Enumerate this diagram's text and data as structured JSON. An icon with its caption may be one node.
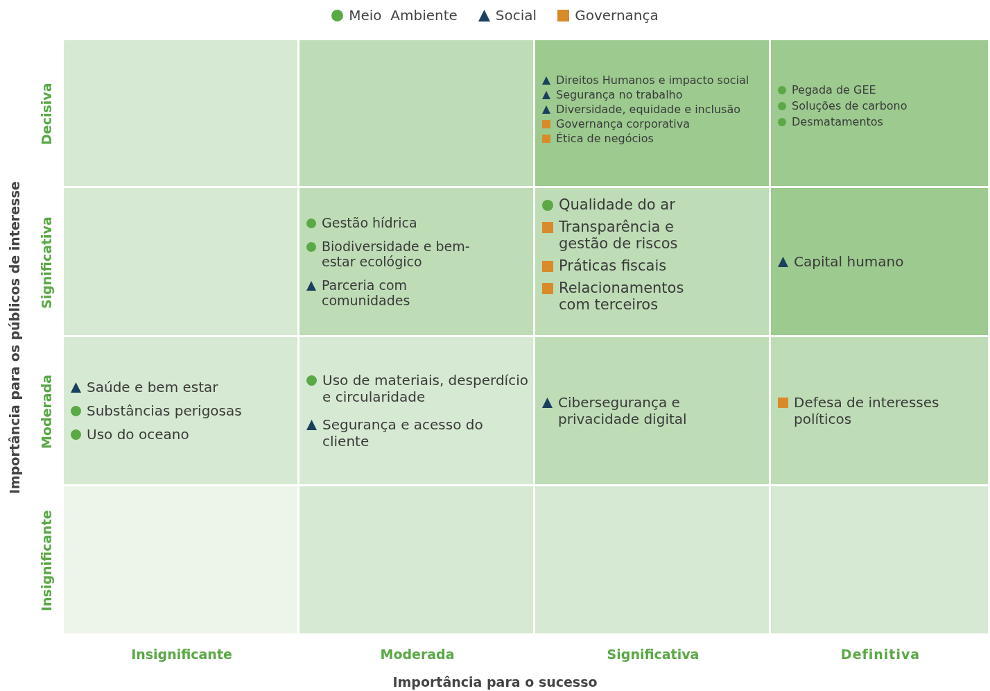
{
  "diagram": {
    "nodes": [
      {
        "text": [],
        "shape": "box"
      },
      {
        "text": [],
        "shape": "box"
      },
      {
        "text": [],
        "shape": "box"
      },
      {
        "text": [],
        "shape": "box"
      },
      {
        "text": [],
        "shape": "box"
      },
      {
        "text": [],
        "shape": "box"
      },
      {
        "text": [],
        "shape": "box"
      },
      {
        "text": [],
        "shape": "box"
      },
      {
        "text": [],
        "shape": "box"
      },
      {
        "text": [],
        "shape": "box"
      },
      {
        "text": [],
        "shape": "box"
      },
      {
        "text": [],
        "shape": "box"
      },
      {
        "text": [],
        "shape": "box"
      },
      {
        "text": [],
        "shape": "box"
      },
      {
        "text": [],
        "shape": "box"
      },
      {
        "text": [],
        "shape": "box"
      },
      {
        "text": [
          "Direitos Humanos e impacto social"
        ],
        "in": 2
      },
      {
        "text": [
          "Segurança no trabalho"
        ],
        "in": 2
      },
      {
        "text": [
          "Diversidade, equidade e inclusão"
        ],
        "in": 2
      },
      {
        "text": [
          "Governança corporativa"
        ],
        "in": 2
      },
      {
        "text": [
          "Ética de negócios"
        ],
        "in": 2
      },
      {
        "text": [
          "Pegada de GEE"
        ],
        "in": 3
      },
      {
        "text": [
          "Soluções de carbono"
        ],
        "in": 3
      },
      {
        "text": [
          "Desmatamentos"
        ],
        "in": 3
      },
      {
        "text": [
          "Gestão hídrica"
        ],
        "in": 5
      },
      {
        "text": [
          "Biodiversidade e bem-estar ecológico"
        ],
        "in": 5
      },
      {
        "text": [
          "Parceria com comunidades"
        ],
        "in": 5
      },
      {
        "text": [
          "Qualidade do ar"
        ],
        "in": 6
      },
      {
        "text": [
          "Transparência e gestão de riscos"
        ],
        "in": 6
      },
      {
        "text": [
          "Práticas fiscais"
        ],
        "in": 6
      },
      {
        "text": [
          "Relacionamentos com terceiros"
        ],
        "in": 6
      },
      {
        "text": [
          "Capital humano"
        ],
        "in": 7
      },
      {
        "text": [
          "Saúde e bem estar"
        ],
        "in": 8
      },
      {
        "text": [
          "Substâncias perigosas"
        ],
        "in": 8
      },
      {
        "text": [
          "Uso do oceano"
        ],
        "in": 8
      },
      {
        "text": [
          "Uso de materiais, desperdício e circularidade"
        ],
        "in": 9
      },
      {
        "text": [
          "Segurança e acesso do cliente"
        ],
        "in": 9
      },
      {
        "text": [
          "Cibersegurança e privacidade digital"
        ],
        "in": 10
      },
      {
        "text": [
          "Defesa de interesses políticos"
        ],
        "in": 11
      }
    ],
    "edges": [],
    "labels": [
      "Importância para os públicos de interesse",
      "Decisiva",
      "Significativa",
      "Moderada",
      "Insignificante",
      "Insignificante",
      "Moderada",
      "Significativa",
      "Definitiva",
      "Importância para o sucesso"
    ],
    "legend": [
      {
        "text": "Meio  Ambiente"
      },
      {
        "text": "Social"
      },
      {
        "text": "Governança"
      }
    ]
  }
}
